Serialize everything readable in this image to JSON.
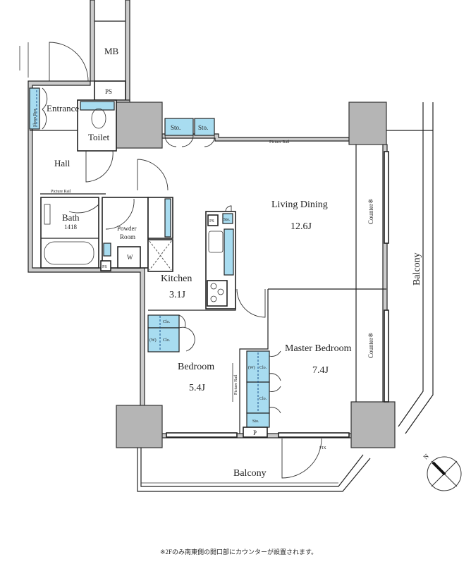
{
  "rooms": {
    "mb": "MB",
    "ps_top": "PS",
    "entrance": "Entrance",
    "shoes_box": "Shoes Box",
    "toilet": "Toilet",
    "sto1": "Sto.",
    "sto2": "Sto.",
    "hall": "Hall",
    "picture_rail_hall": "Picture Rail",
    "picture_rail_living": "Picture Rail",
    "bath": "Bath",
    "bath_size": "1418",
    "powder_room_1": "Powder",
    "powder_room_2": "Room",
    "washer": "W",
    "ps_bath": "PS",
    "living_dining": "Living Dining",
    "living_dining_size": "12.6J",
    "ps_kitchen": "PS",
    "sto_kitchen": "Sto.",
    "kitchen": "Kitchen",
    "kitchen_size": "3.1J",
    "clo_bed_1": "Clo.",
    "w_bed": "(W)",
    "clo_bed_2": "Clo.",
    "bedroom": "Bedroom",
    "bedroom_size": "5.4J",
    "picture_rail_bedroom": "Picture Rail",
    "w_master": "(W)",
    "clo_master_1": "Clo.",
    "clo_master_2": "Clo.",
    "sto_master": "Sto.",
    "p": "P",
    "master_bedroom": "Master Bedroom",
    "master_bedroom_size": "7.4J",
    "counter_1": "Counter※",
    "counter_2": "Counter※",
    "balcony_east": "Balcony",
    "balcony_south": "Balcony",
    "fix": "FIX",
    "north": "N"
  },
  "footnote": "※2Fのみ南東側の開口部にカウンターが設置されます。",
  "colors": {
    "fixture_blue": "#a8dcf0",
    "pillar_gray": "#b5b5b5",
    "wall_line": "#222222"
  }
}
